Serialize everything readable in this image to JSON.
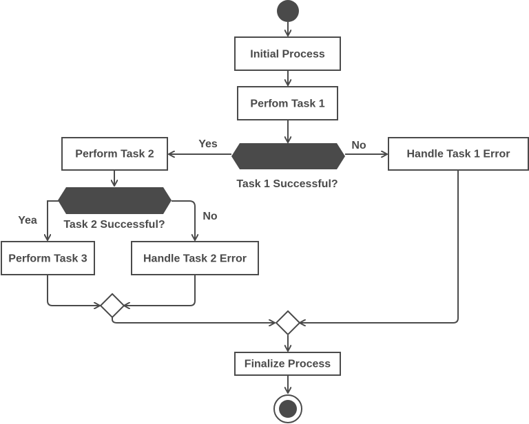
{
  "diagram": {
    "type": "uml-activity-diagram",
    "colors": {
      "stroke": "#4a4a4a",
      "fill_dark": "#4a4a4a",
      "background": "#ffffff"
    },
    "nodes": {
      "initial_process": "Initial Process",
      "perform_task_1": "Perfom Task 1",
      "perform_task_2": "Perform Task 2",
      "handle_task_1_error": "Handle Task 1 Error",
      "perform_task_3": "Perform Task 3",
      "handle_task_2_error": "Handle Task 2 Error",
      "finalize_process": "Finalize Process"
    },
    "decisions": {
      "task1": "Task 1 Successful?",
      "task2": "Task 2 Successful?"
    },
    "edge_labels": {
      "task1_yes": "Yes",
      "task1_no": "No",
      "task2_yes": "Yea",
      "task2_no": "No"
    }
  }
}
